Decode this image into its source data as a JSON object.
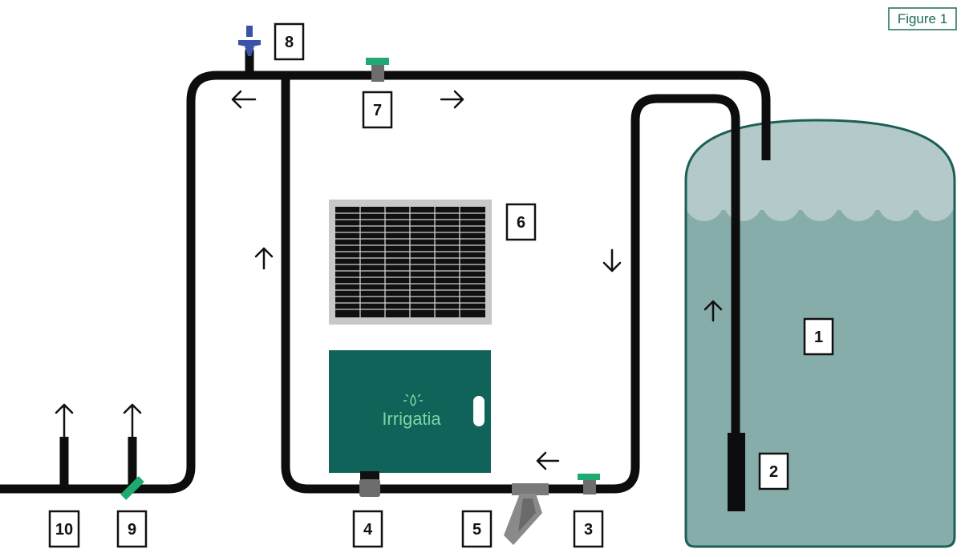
{
  "figure_label": "Figure 1",
  "brand_name": "Irrigatia",
  "colors": {
    "pipe": "#0d0d0d",
    "tank_fill": "#86adaa",
    "tank_top": "#b4c9c9",
    "tank_border": "#1c5f55",
    "controller": "#0f6358",
    "accent_green": "#1faa72",
    "connector_grey": "#6d6d6d",
    "dripper_blue": "#3a53a8",
    "figure_label": "#1d6b58"
  },
  "callouts": [
    {
      "id": "1",
      "text": "1"
    },
    {
      "id": "2",
      "text": "2"
    },
    {
      "id": "3",
      "text": "3"
    },
    {
      "id": "4",
      "text": "4"
    },
    {
      "id": "5",
      "text": "5"
    },
    {
      "id": "6",
      "text": "6"
    },
    {
      "id": "7",
      "text": "7"
    },
    {
      "id": "8",
      "text": "8"
    },
    {
      "id": "9",
      "text": "9"
    },
    {
      "id": "10",
      "text": "10"
    }
  ]
}
